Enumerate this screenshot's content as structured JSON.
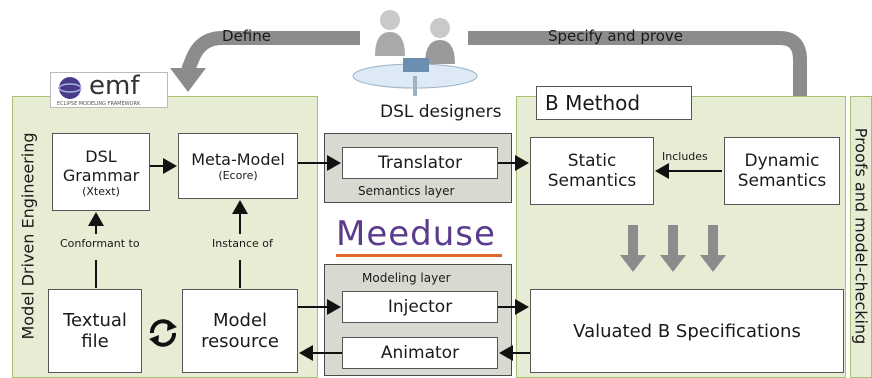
{
  "top": {
    "define_label": "Define",
    "specify_label": "Specify and prove",
    "designers_label": "DSL designers"
  },
  "emf_logo": {
    "text": "emf",
    "subtext": "ECLIPSE MODELING FRAMEWORK"
  },
  "left_panel": {
    "side_label": "Model Driven Engineering",
    "grammar": {
      "line1": "DSL",
      "line2": "Grammar",
      "sub": "(Xtext)"
    },
    "metamodel": {
      "title": "Meta-Model",
      "sub": "(Ecore)"
    },
    "textual": {
      "line1": "Textual",
      "line2": "file"
    },
    "model": {
      "line1": "Model",
      "line2": "resource"
    },
    "conformant_label": "Conformant to",
    "instance_label": "Instance of"
  },
  "center": {
    "translator": "Translator",
    "semantics_layer": "Semantics layer",
    "logo": "Meeduse",
    "modeling_layer": "Modeling layer",
    "injector": "Injector",
    "animator": "Animator"
  },
  "right_panel": {
    "title": "B Method",
    "side_label": "Proofs and model-checking",
    "static": {
      "line1": "Static",
      "line2": "Semantics"
    },
    "dynamic": {
      "line1": "Dynamic",
      "line2": "Semantics"
    },
    "includes_label": "Includes",
    "valuated": "Valuated B Specifications"
  },
  "colors": {
    "panel_fill": "#e7ecd4",
    "panel_border": "#a8c070",
    "arrow_gray": "#8c8c8c",
    "logo_purple": "#5b3b8c",
    "logo_orange": "#e0682a"
  }
}
